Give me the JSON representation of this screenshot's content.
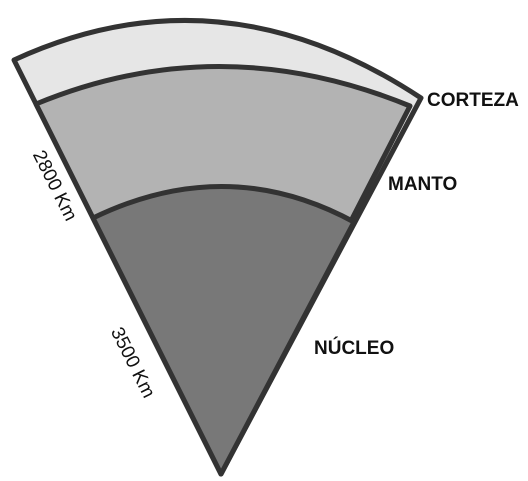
{
  "layers": [
    {
      "id": "corteza",
      "label": "CORTEZA",
      "color": "#e6e6e6"
    },
    {
      "id": "manto",
      "label": "MANTO",
      "color": "#b3b3b3"
    },
    {
      "id": "nucleo",
      "label": "NÚCLEO",
      "color": "#787878"
    }
  ],
  "measurements": {
    "mantle_thickness": "2800 Km",
    "core_radius": "3500 Km"
  },
  "colors": {
    "outline": "#333333",
    "text": "#111111",
    "background": "#ffffff"
  }
}
